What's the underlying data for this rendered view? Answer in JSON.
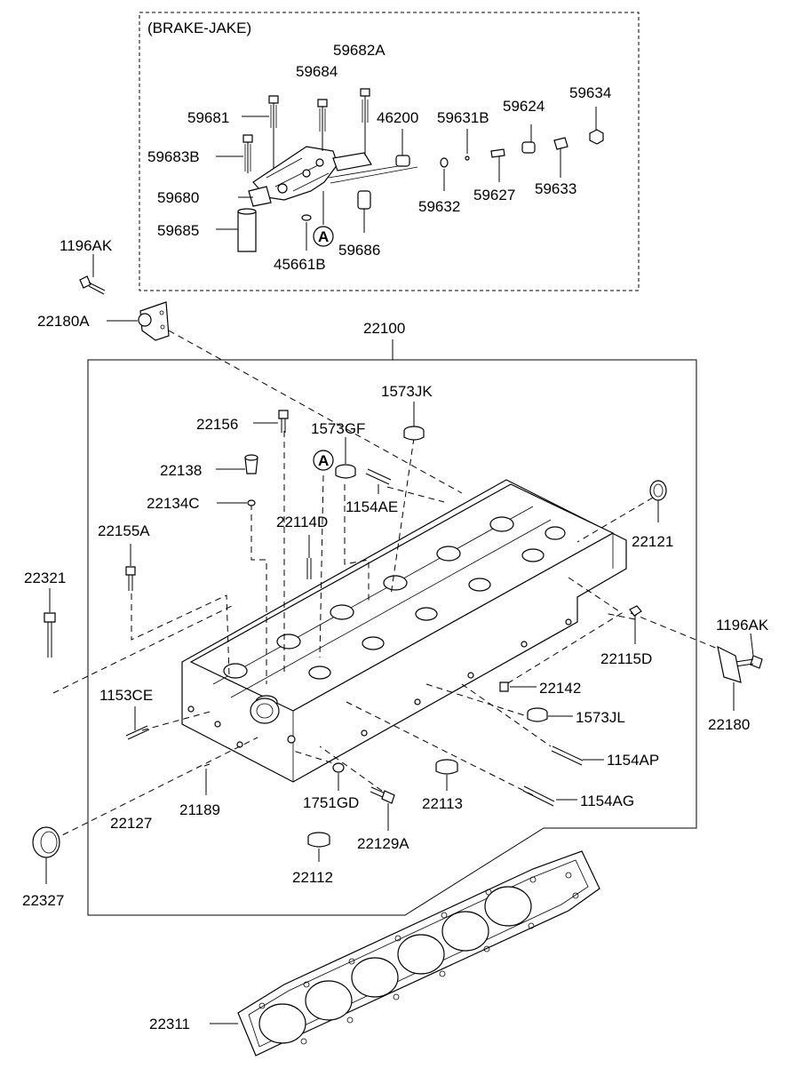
{
  "brake_jake": {
    "title": "(BRAKE-JAKE)",
    "parts": {
      "p59682A": "59682A",
      "p59684": "59684",
      "p59681": "59681",
      "p46200": "46200",
      "p59631B": "59631B",
      "p59624": "59624",
      "p59634": "59634",
      "p59683B": "59683B",
      "p59680": "59680",
      "p59632": "59632",
      "p59627": "59627",
      "p59633": "59633",
      "p59685": "59685",
      "p45661B": "45661B",
      "p59686": "59686"
    },
    "marker": "A"
  },
  "main": {
    "parts": {
      "p1196AK_top": "1196AK",
      "p22180A": "22180A",
      "p22100": "22100",
      "p1573JK": "1573JK",
      "p22156": "22156",
      "p1573GF": "1573GF",
      "p22138": "22138",
      "p1154AE": "1154AE",
      "p22134C": "22134C",
      "p22121": "22121",
      "p22155A": "22155A",
      "p22114D": "22114D",
      "p22321": "22321",
      "p1196AK_right": "1196AK",
      "p22115D": "22115D",
      "p1153CE": "1153CE",
      "p22142": "22142",
      "p22180": "22180",
      "p1573JL": "1573JL",
      "p1154AP": "1154AP",
      "p21189": "21189",
      "p1751GD": "1751GD",
      "p22113": "22113",
      "p1154AG": "1154AG",
      "p22127": "22127",
      "p22129A": "22129A",
      "p22327": "22327",
      "p22112": "22112",
      "p22311": "22311"
    },
    "marker": "A"
  }
}
